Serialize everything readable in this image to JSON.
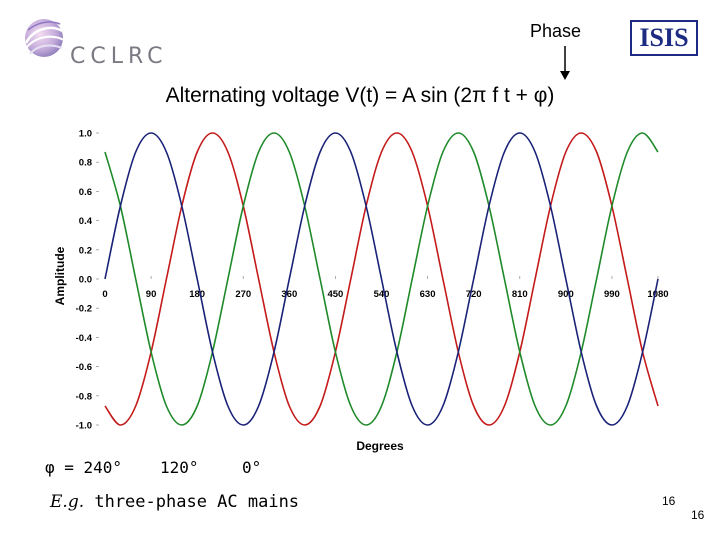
{
  "slide": {
    "title": "Alternating voltage V(t) = A sin (2π f t + φ)",
    "phase_annotation": "Phase",
    "caption_em": "E.g.",
    "caption_rest": " three-phase AC mains",
    "phi_prefix": "φ = 240°",
    "phase_120": "120°",
    "phase_0": "0°",
    "page_number_inner": "16",
    "page_number_outer": "16"
  },
  "logos": {
    "left_brand": "CCLRC",
    "left_icon": "globe-swirl-icon",
    "right_brand": "ISIS",
    "right_brand_color": "#1d2c82"
  },
  "chart_data": {
    "type": "line",
    "title": "",
    "xlabel": "Degrees",
    "ylabel": "Amplitude",
    "xlim": [
      0,
      1080
    ],
    "ylim": [
      -1.0,
      1.0
    ],
    "x_ticks": [
      0,
      90,
      180,
      270,
      360,
      450,
      540,
      630,
      720,
      810,
      900,
      990,
      1080
    ],
    "x_tick_labels": [
      "0",
      "90",
      "180",
      "270",
      "360",
      "450",
      "540",
      "630",
      "720",
      "810",
      "900",
      "990",
      "1080"
    ],
    "y_ticks": [
      1.0,
      0.8,
      0.6,
      0.4,
      0.2,
      0.0,
      -0.2,
      -0.4,
      -0.6,
      -0.8,
      -1.0
    ],
    "y_tick_labels": [
      "1.0",
      "0.8",
      "0.6",
      "0.4",
      "0.2",
      "0.0",
      "-0.2",
      "-0.4",
      "-0.6",
      "-0.8",
      "-1.0"
    ],
    "grid": false,
    "series": [
      {
        "phase_deg": 240,
        "color": "#c41a1a",
        "x": [
          0,
          30,
          60,
          90,
          120,
          150,
          180,
          210,
          240,
          270,
          300,
          330,
          360,
          390,
          420,
          450,
          480,
          510,
          540,
          570,
          600,
          630,
          660,
          690,
          720,
          750,
          780,
          810,
          840,
          870,
          900,
          930,
          960,
          990,
          1020,
          1050,
          1080
        ],
        "values": [
          -0.87,
          -1.0,
          -0.87,
          -0.5,
          0.0,
          0.5,
          0.87,
          1.0,
          0.87,
          0.5,
          0.0,
          -0.5,
          -0.87,
          -1.0,
          -0.87,
          -0.5,
          0.0,
          0.5,
          0.87,
          1.0,
          0.87,
          0.5,
          0.0,
          -0.5,
          -0.87,
          -1.0,
          -0.87,
          -0.5,
          0.0,
          0.5,
          0.87,
          1.0,
          0.87,
          0.5,
          0.0,
          -0.5,
          -0.87
        ]
      },
      {
        "phase_deg": 120,
        "color": "#1f8a2a",
        "x": [
          0,
          30,
          60,
          90,
          120,
          150,
          180,
          210,
          240,
          270,
          300,
          330,
          360,
          390,
          420,
          450,
          480,
          510,
          540,
          570,
          600,
          630,
          660,
          690,
          720,
          750,
          780,
          810,
          840,
          870,
          900,
          930,
          960,
          990,
          1020,
          1050,
          1080
        ],
        "values": [
          0.87,
          0.5,
          0.0,
          -0.5,
          -0.87,
          -1.0,
          -0.87,
          -0.5,
          0.0,
          0.5,
          0.87,
          1.0,
          0.87,
          0.5,
          0.0,
          -0.5,
          -0.87,
          -1.0,
          -0.87,
          -0.5,
          0.0,
          0.5,
          0.87,
          1.0,
          0.87,
          0.5,
          0.0,
          -0.5,
          -0.87,
          -1.0,
          -0.87,
          -0.5,
          0.0,
          0.5,
          0.87,
          1.0,
          0.87
        ]
      },
      {
        "phase_deg": 0,
        "color": "#1a2278",
        "x": [
          0,
          30,
          60,
          90,
          120,
          150,
          180,
          210,
          240,
          270,
          300,
          330,
          360,
          390,
          420,
          450,
          480,
          510,
          540,
          570,
          600,
          630,
          660,
          690,
          720,
          750,
          780,
          810,
          840,
          870,
          900,
          930,
          960,
          990,
          1020,
          1050,
          1080
        ],
        "values": [
          0.0,
          0.5,
          0.87,
          1.0,
          0.87,
          0.5,
          0.0,
          -0.5,
          -0.87,
          -1.0,
          -0.87,
          -0.5,
          0.0,
          0.5,
          0.87,
          1.0,
          0.87,
          0.5,
          0.0,
          -0.5,
          -0.87,
          -1.0,
          -0.87,
          -0.5,
          0.0,
          0.5,
          0.87,
          1.0,
          0.87,
          0.5,
          0.0,
          -0.5,
          -0.87,
          -1.0,
          -0.87,
          -0.5,
          0.0
        ]
      }
    ]
  }
}
